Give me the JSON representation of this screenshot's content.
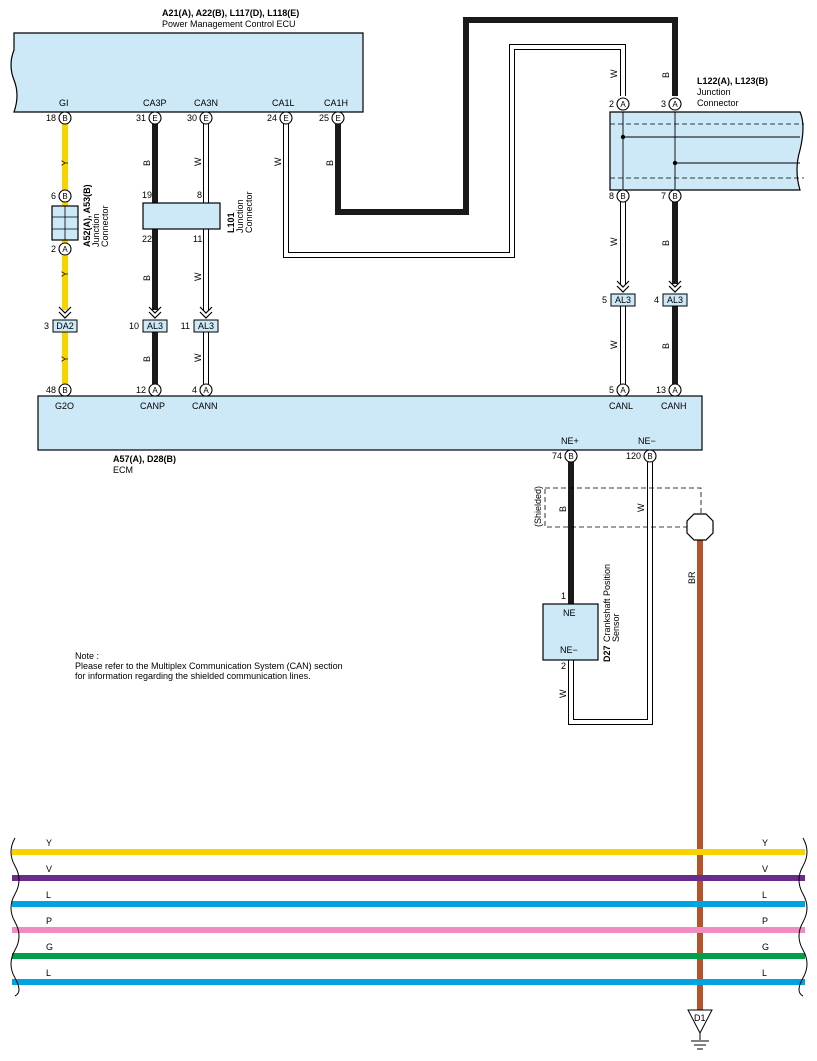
{
  "colors": {
    "box_fill": "#cde9f7",
    "wire_Y": "#f7d400",
    "wire_V": "#6a2c8c",
    "wire_L": "#00a3e0",
    "wire_P": "#f08cc0",
    "wire_G": "#00a04a",
    "wire_BR": "#b5532a",
    "wire_B": "#1a1a1a",
    "wire_W": "#ffffff"
  },
  "pm_ecu": {
    "id": "A21(A), A22(B), L117(D), L118(E)",
    "name": "Power Management Control ECU",
    "pins": [
      {
        "name": "GI",
        "num": "18",
        "conn": "B"
      },
      {
        "name": "CA3P",
        "num": "31",
        "conn": "E"
      },
      {
        "name": "CA3N",
        "num": "30",
        "conn": "E"
      },
      {
        "name": "CA1L",
        "num": "24",
        "conn": "E"
      },
      {
        "name": "CA1H",
        "num": "25",
        "conn": "E"
      }
    ]
  },
  "jc_a52": {
    "id": "A52(A), A53(B)",
    "name1": "Junction",
    "name2": "Connector",
    "top_pin": "6",
    "top_conn": "B",
    "bot_pin": "2",
    "bot_conn": "A"
  },
  "jc_l101": {
    "id": "L101",
    "name1": "Junction",
    "name2": "Connector",
    "pins": [
      "19",
      "22",
      "8",
      "11"
    ]
  },
  "jc_l122": {
    "id": "L122(A), L123(B)",
    "name1": "Junction",
    "name2": "Connector",
    "pins_top": [
      {
        "num": "2",
        "conn": "A"
      },
      {
        "num": "3",
        "conn": "A"
      }
    ],
    "pins_bot": [
      {
        "num": "8",
        "conn": "B"
      },
      {
        "num": "7",
        "conn": "B"
      }
    ]
  },
  "inline_connectors": [
    {
      "pin": "3",
      "label": "DA2"
    },
    {
      "pin": "10",
      "label": "AL3"
    },
    {
      "pin": "11",
      "label": "AL3"
    },
    {
      "pin": "5",
      "label": "AL3"
    },
    {
      "pin": "4",
      "label": "AL3"
    }
  ],
  "wire_letters": {
    "y": "Y",
    "b": "B",
    "w": "W",
    "br": "BR"
  },
  "ecm": {
    "id": "A57(A), D28(B)",
    "name": "ECM",
    "top_pins": [
      {
        "name": "G2O",
        "num": "48",
        "conn": "B"
      },
      {
        "name": "CANP",
        "num": "12",
        "conn": "A"
      },
      {
        "name": "CANN",
        "num": "4",
        "conn": "A"
      },
      {
        "name": "CANL",
        "num": "5",
        "conn": "A"
      },
      {
        "name": "CANH",
        "num": "13",
        "conn": "A"
      }
    ],
    "bottom_pins": [
      {
        "name": "NE+",
        "num": "74",
        "conn": "B"
      },
      {
        "name": "NE−",
        "num": "120",
        "conn": "B"
      }
    ]
  },
  "shielded_label": "(Shielded)",
  "sensor": {
    "id": "D27",
    "name1": "Crankshaft Position",
    "name2": "Sensor",
    "pin_top": "NE",
    "pin_bot": "NE−",
    "num_top": "1",
    "num_bot": "2"
  },
  "note": {
    "title": "Note :",
    "line1": "Please refer to the Multiplex Communication System (CAN) section",
    "line2": "for information regarding the shielded communication lines."
  },
  "bus_wires": [
    {
      "label": "Y",
      "color": "#f7d400"
    },
    {
      "label": "V",
      "color": "#6a2c8c"
    },
    {
      "label": "L",
      "color": "#00a3e0"
    },
    {
      "label": "P",
      "color": "#f08cc0"
    },
    {
      "label": "G",
      "color": "#00a04a"
    },
    {
      "label": "L",
      "color": "#00a3e0"
    }
  ],
  "ground": {
    "label": "D1"
  }
}
